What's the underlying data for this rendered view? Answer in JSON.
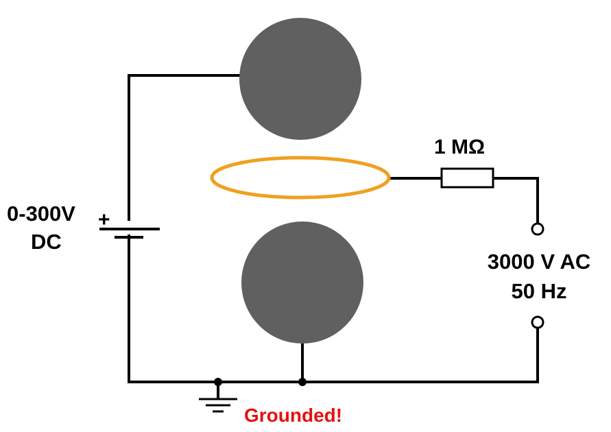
{
  "labels": {
    "dc_source": [
      "0-300V",
      "DC"
    ],
    "dc_polarity": "+",
    "resistor": "1 MΩ",
    "ac_source": [
      "3000 V AC",
      "50 Hz"
    ],
    "grounded": "Grounded!"
  },
  "colors": {
    "sphere": "#606060",
    "ring": "#f0a020",
    "wire": "#000000",
    "grounded_text": "#e81010"
  },
  "icons": [
    "ground-symbol-icon",
    "battery-symbol-icon",
    "resistor-symbol-icon",
    "terminal-icon",
    "junction-dot-icon"
  ]
}
